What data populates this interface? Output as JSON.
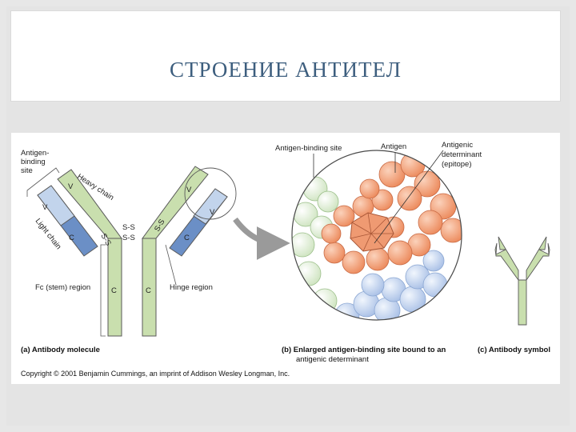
{
  "slide": {
    "title": "СТРОЕНИЕ АНТИТЕЛ"
  },
  "figure": {
    "antibody_molecule": {
      "antigen_binding_site": [
        "Antigen-",
        "binding",
        "site"
      ],
      "heavy_chain": "Heavy chain",
      "light_chain": "Light chain",
      "v": "V",
      "c": "C",
      "ss": "S-S",
      "s_short": "S",
      "fc_region": "Fc (stem) region",
      "hinge_region": "Hinge region",
      "caption": "(a) Antibody molecule"
    },
    "enlarged": {
      "antigen_binding_site": "Antigen-binding site",
      "antigen": "Antigen",
      "antigenic_determinant": [
        "Antigenic",
        "determinant",
        "(epitope)"
      ],
      "caption": [
        "(b) Enlarged antigen-binding site bound to an",
        "antigenic determinant"
      ]
    },
    "symbol": {
      "caption": "(c) Antibody symbol"
    },
    "copyright": "Copyright © 2001 Benjamin Cummings, an imprint of Addison Wesley Longman, Inc.",
    "colors": {
      "heavy_chain": "#c9dfae",
      "light_chain_variable": "#c2d4ec",
      "light_chain_constant": "#6b8fc6",
      "antigen": "#f2a27a",
      "outline": "#5a5a5a",
      "title": "#3d5e7e"
    }
  }
}
